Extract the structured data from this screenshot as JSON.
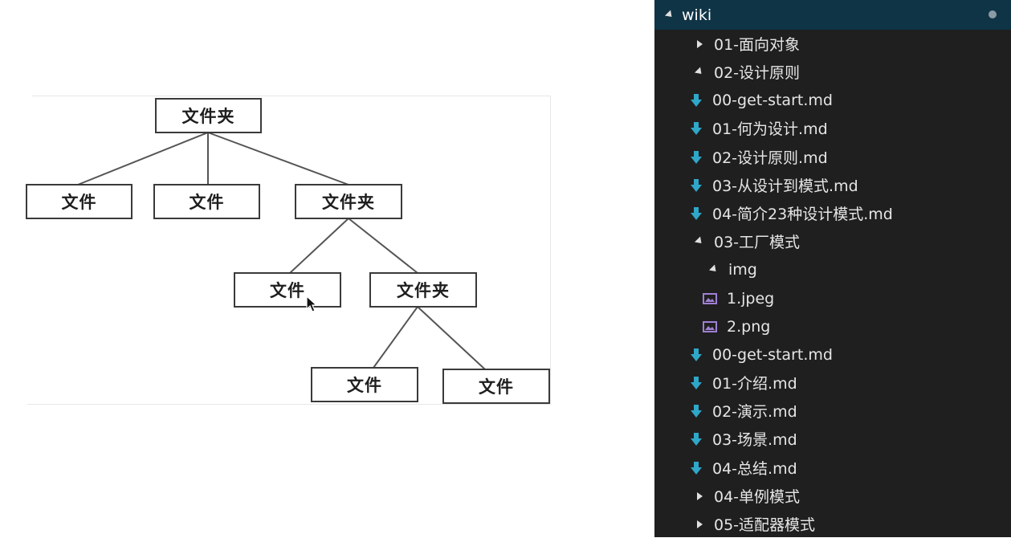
{
  "diagram": {
    "root": "文件夹",
    "level1": [
      "文件",
      "文件",
      "文件夹"
    ],
    "level2": [
      "文件",
      "文件夹"
    ],
    "level3": [
      "文件",
      "文件"
    ]
  },
  "explorer": {
    "title": "wiki",
    "items": [
      {
        "label": "01-面向对象",
        "kind": "folder",
        "expanded": false
      },
      {
        "label": "02-设计原则",
        "kind": "folder",
        "expanded": true
      },
      {
        "label": "00-get-start.md",
        "kind": "md"
      },
      {
        "label": "01-何为设计.md",
        "kind": "md"
      },
      {
        "label": "02-设计原则.md",
        "kind": "md"
      },
      {
        "label": "03-从设计到模式.md",
        "kind": "md"
      },
      {
        "label": "04-简介23种设计模式.md",
        "kind": "md"
      },
      {
        "label": "03-工厂模式",
        "kind": "folder",
        "expanded": true
      },
      {
        "label": "img",
        "kind": "folder",
        "expanded": true
      },
      {
        "label": "1.jpeg",
        "kind": "image"
      },
      {
        "label": "2.png",
        "kind": "image"
      },
      {
        "label": "00-get-start.md",
        "kind": "md"
      },
      {
        "label": "01-介绍.md",
        "kind": "md"
      },
      {
        "label": "02-演示.md",
        "kind": "md"
      },
      {
        "label": "03-场景.md",
        "kind": "md"
      },
      {
        "label": "04-总结.md",
        "kind": "md"
      },
      {
        "label": "04-单例模式",
        "kind": "folder",
        "expanded": false
      },
      {
        "label": "05-适配器模式",
        "kind": "folder",
        "expanded": false
      }
    ]
  },
  "colors": {
    "explorer_bg": "#1f1f1f",
    "header_bg": "#0f3446",
    "md_icon": "#2fa7c9",
    "image_icon": "#9f80d3"
  }
}
